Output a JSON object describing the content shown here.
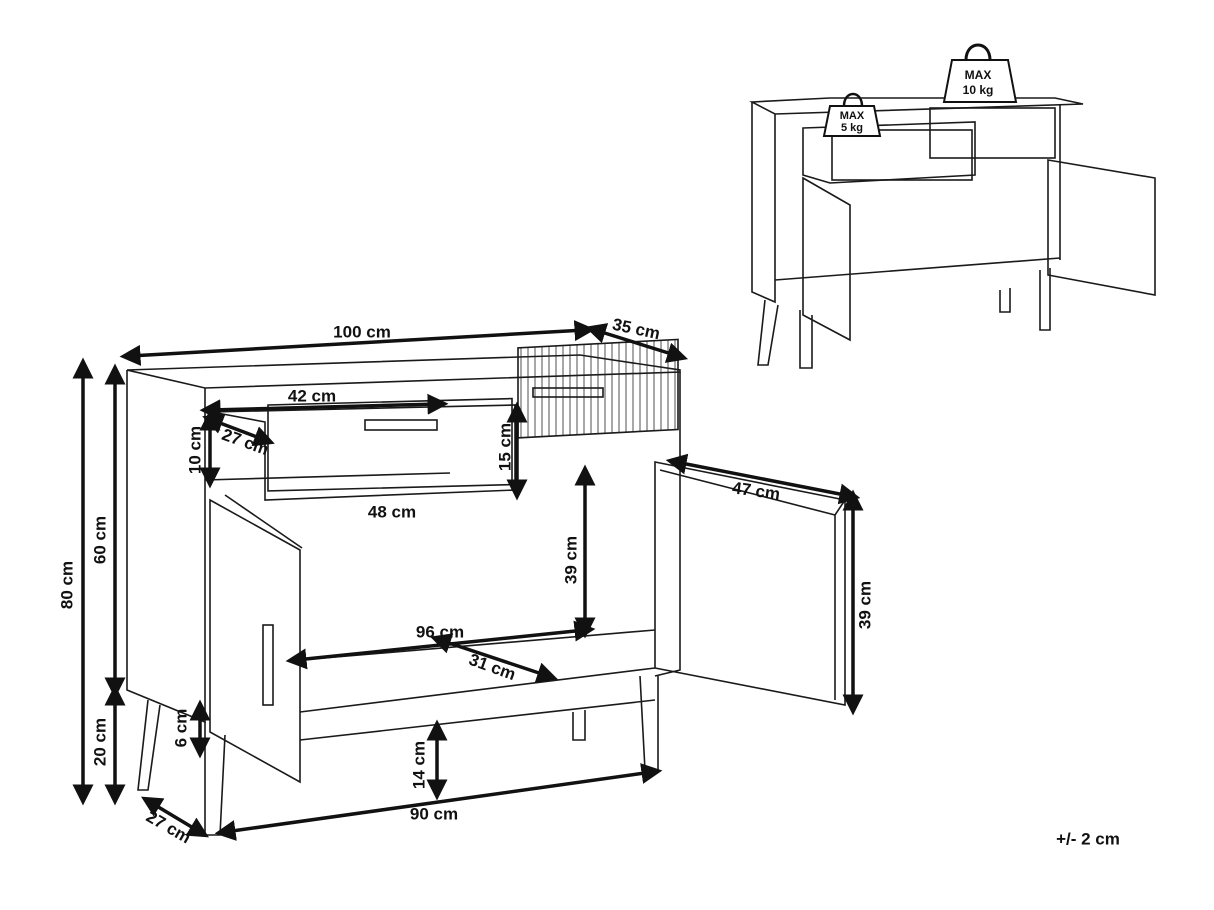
{
  "dimensions": {
    "width_total": "100 cm",
    "depth_total": "35 cm",
    "drawer_width_inner": "42 cm",
    "drawer_depth": "27 cm",
    "drawer_inner_height": "10 cm",
    "drawer_front_height": "15 cm",
    "drawer_front_width": "48 cm",
    "height_total": "80 cm",
    "body_height": "60 cm",
    "leg_height": "20 cm",
    "base_offset": "6 cm",
    "leg_depth": "27 cm",
    "compartment_height": "39 cm",
    "compartment_width": "96 cm",
    "compartment_depth": "31 cm",
    "door_width": "47 cm",
    "door_height": "39 cm",
    "ground_clearance": "14 cm",
    "leg_span": "90 cm"
  },
  "tolerance": "+/- 2 cm",
  "load": {
    "top_max": "MAX",
    "top_weight": "10 kg",
    "drawer_max": "MAX",
    "drawer_weight": "5 kg"
  }
}
